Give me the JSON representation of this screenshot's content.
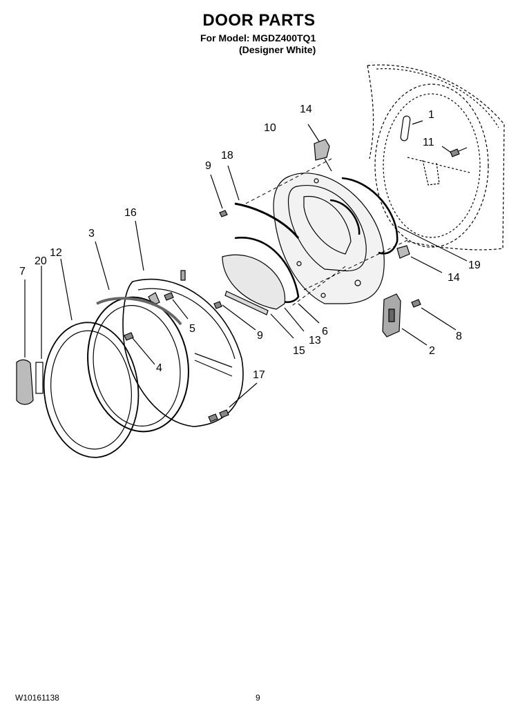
{
  "title": "DOOR PARTS",
  "model_line": "For Model: MGDZ400TQ1",
  "color_line": "(Designer White)",
  "callouts": {
    "c1": "1",
    "c11": "11",
    "c14a": "14",
    "c10": "10",
    "c18": "18",
    "c9a": "9",
    "c16": "16",
    "c3": "3",
    "c20": "20",
    "c12": "12",
    "c7": "7",
    "c19": "19",
    "c14b": "14",
    "c8": "8",
    "c2": "2",
    "c5": "5",
    "c9b": "9",
    "c13": "13",
    "c6": "6",
    "c15": "15",
    "c4": "4",
    "c17": "17"
  },
  "footer": {
    "doc_number": "W10161138",
    "page_number": "9"
  }
}
